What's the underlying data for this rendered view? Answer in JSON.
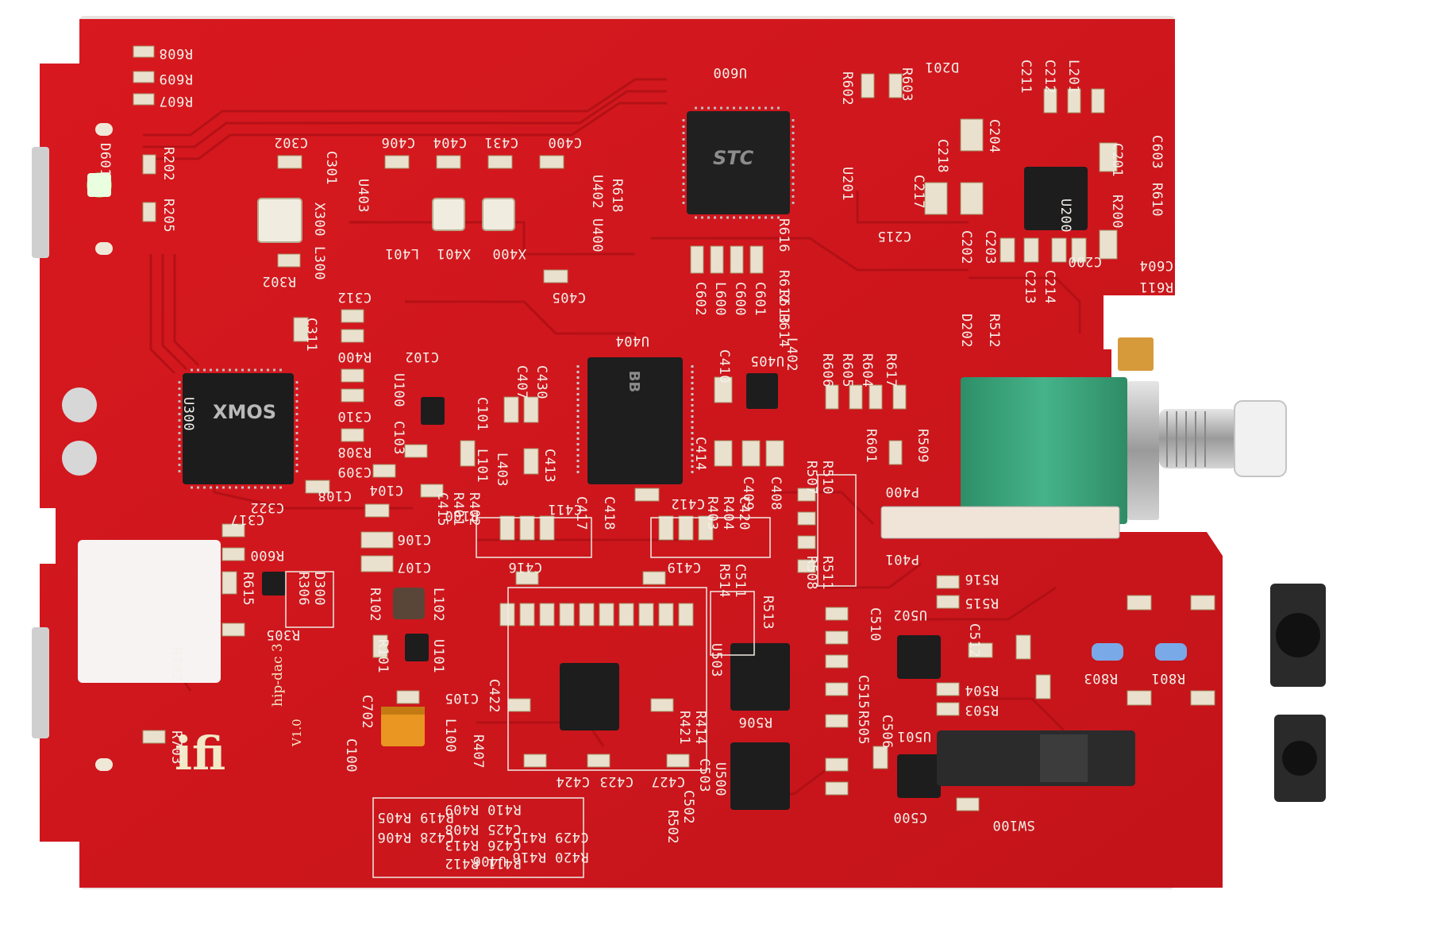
{
  "board": {
    "product_logo": "ifi",
    "product_name": "hip-dac 3",
    "version": "V1.0",
    "chips": {
      "xmos_mark": "XMOS",
      "stc_mark": "STC",
      "bb_mark": "BB"
    },
    "designators": {
      "r608": "R608",
      "r609": "R609",
      "r607": "R607",
      "d601": "D601",
      "r202": "R202",
      "r205": "R205",
      "c302": "C302",
      "c301": "C301",
      "x300": "X300",
      "l300": "L300",
      "r302": "R302",
      "c406": "C406",
      "c404": "C404",
      "c431": "C431",
      "c400": "C400",
      "u403": "U403",
      "l401": "L401",
      "x401": "X401",
      "x400": "X400",
      "u402": "U402",
      "u400": "U400",
      "r618": "R618",
      "c405": "C405",
      "u600": "U600",
      "r602": "R602",
      "r603": "R603",
      "d201": "D201",
      "c211": "C211",
      "c212": "C212",
      "l201": "L201",
      "c204": "C204",
      "c218": "C218",
      "c217": "C217",
      "c215": "C215",
      "u201": "U201",
      "u200": "U200",
      "c201": "C201",
      "r200": "R200",
      "r610": "R610",
      "c603": "C603",
      "c604": "C604",
      "r611": "R611",
      "c200": "C200",
      "c202": "C202",
      "c203": "C203",
      "c213": "C213",
      "c214": "C214",
      "d202": "D202",
      "r512": "R512",
      "r616": "R616",
      "r612": "R612",
      "r613": "R613",
      "r614": "R614",
      "c602": "C602",
      "l600": "L600",
      "c600": "C600",
      "c601": "C601",
      "c312": "C312",
      "c311": "C311",
      "r400": "R400",
      "c310": "C310",
      "r308": "R308",
      "c309": "C309",
      "u300": "U300",
      "c322": "C322",
      "c102": "C102",
      "u100": "U100",
      "c103": "C103",
      "c104": "C104",
      "c101": "C101",
      "l101": "L101",
      "l403": "L403",
      "c407": "C407",
      "c430": "C430",
      "c413": "C413",
      "c411": "C411",
      "u404": "U404",
      "c412": "C412",
      "c410": "C410",
      "u405": "U405",
      "l402": "L402",
      "c414": "C414",
      "c409": "C409",
      "c408": "C408",
      "r606": "R606",
      "r605": "R605",
      "r604": "R604",
      "r617": "R617",
      "r601": "R601",
      "r509": "R509",
      "c108": "C108",
      "r100": "R100",
      "c317": "C317",
      "c106": "C106",
      "c107": "C107",
      "r600": "R600",
      "r615": "R615",
      "r306": "R306",
      "d300": "D300",
      "r305": "R305",
      "r102": "R102",
      "l102": "L102",
      "c415": "C415",
      "r401": "R401",
      "r402": "R402",
      "c417": "C417",
      "c418": "C418",
      "r403": "R403",
      "r404": "R404",
      "c420": "C420",
      "c416": "C416",
      "c419": "C419",
      "r507": "R507",
      "r510": "R510",
      "r508": "R508",
      "r511": "R511",
      "p400": "P400",
      "p401": "P401",
      "r516": "R516",
      "r515": "R515",
      "r514": "R514",
      "c511": "C511",
      "r513": "R513",
      "c510": "C510",
      "u502": "U502",
      "c512": "C512",
      "r803": "R803",
      "r801": "R801",
      "r504": "R504",
      "r503": "R503",
      "u503": "U503",
      "c515": "C515",
      "r506": "R506",
      "r505": "R505",
      "c506": "C506",
      "u501": "U501",
      "c500": "C500",
      "sw100": "SW100",
      "r101": "R101",
      "u101": "U101",
      "c702": "C702",
      "c105": "C105",
      "c422": "C422",
      "r407": "R407",
      "l100": "L100",
      "c100": "C100",
      "r703": "R703",
      "r702": "R702",
      "r421": "R421",
      "r414": "R414",
      "c424": "C424",
      "c423": "C423",
      "c427": "C427",
      "c503": "C503",
      "c502": "C502",
      "r502": "R502",
      "u500": "U500",
      "u406": "U406",
      "block_left_1": "R419 R405",
      "block_left_2": "C428 R406",
      "block_mid_1": "R410 R409",
      "block_mid_2": "C425 R408",
      "block_r_1": "C426 R413",
      "block_r_2": "R411 R412",
      "block_far_1": "C429 R415",
      "block_far_2": "R420 R416"
    }
  }
}
